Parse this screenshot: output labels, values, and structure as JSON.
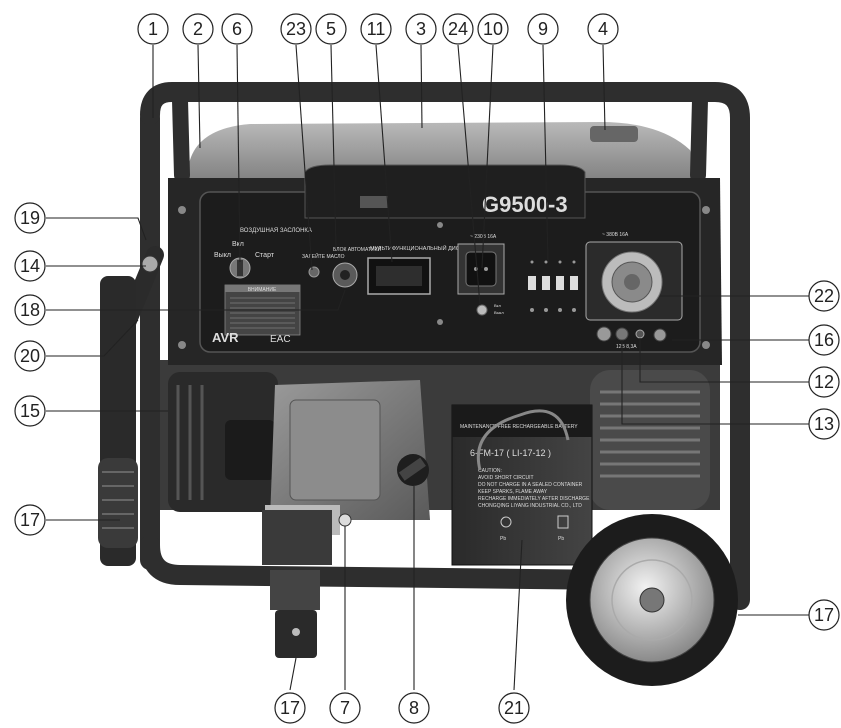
{
  "panel": {
    "model": "G9500-3",
    "logo_text": "AVR",
    "eac_mark": "EAC",
    "choke_title": "ВОЗДУШНАЯ ЗАСЛОНКА",
    "switch_off": "Выкл",
    "switch_on": "Вкл",
    "switch_start": "Старт",
    "oil_label": "ЗАЛЕЙТЕ МАСЛО",
    "auto_label": "БЛОК АВТОМАТИКИ",
    "display_label": "МУЛЬТИФУНКЦИОНАЛЬНЫЙ ДИСПЛЕЙ",
    "socket_230_label": "~ 230В 16А",
    "socket_380_label": "~ 380В 16А",
    "warning_title": "ВНИМАНИЕ",
    "voltage_small": "12В 8,3А",
    "on_small": "Вкл",
    "off_small": "Выкл"
  },
  "battery": {
    "model": "6-FM-17 ( LI-17-12 )",
    "top_label": "MAINTENANCE FREE RECHARGEABLE BATTERY",
    "caution_lines": [
      "CAUTION:",
      "AVOID SHORT CIRCUIT",
      "DO NOT CHARGE IN A SEALED CONTAINER",
      "KEEP SPARKS, FLAME AWAY",
      "RECHARGE IMMEDIATELY AFTER DISCHARGE",
      "CHONGQING LIYANG INDUSTRIAL CO., LTD"
    ],
    "pb_left": "Pb",
    "pb_right": "Pb"
  },
  "callouts": [
    {
      "id": "c1",
      "label": "1"
    },
    {
      "id": "c2",
      "label": "2"
    },
    {
      "id": "c6",
      "label": "6"
    },
    {
      "id": "c23",
      "label": "23"
    },
    {
      "id": "c5",
      "label": "5"
    },
    {
      "id": "c11",
      "label": "11"
    },
    {
      "id": "c3",
      "label": "3"
    },
    {
      "id": "c24",
      "label": "24"
    },
    {
      "id": "c10",
      "label": "10"
    },
    {
      "id": "c9",
      "label": "9"
    },
    {
      "id": "c4",
      "label": "4"
    },
    {
      "id": "c19",
      "label": "19"
    },
    {
      "id": "c14",
      "label": "14"
    },
    {
      "id": "c18",
      "label": "18"
    },
    {
      "id": "c20",
      "label": "20"
    },
    {
      "id": "c15",
      "label": "15"
    },
    {
      "id": "c17a",
      "label": "17"
    },
    {
      "id": "c22",
      "label": "22"
    },
    {
      "id": "c16",
      "label": "16"
    },
    {
      "id": "c12",
      "label": "12"
    },
    {
      "id": "c13",
      "label": "13"
    },
    {
      "id": "c17b",
      "label": "17"
    },
    {
      "id": "c17c",
      "label": "17"
    },
    {
      "id": "c7",
      "label": "7"
    },
    {
      "id": "c8",
      "label": "8"
    },
    {
      "id": "c21",
      "label": "21"
    }
  ]
}
